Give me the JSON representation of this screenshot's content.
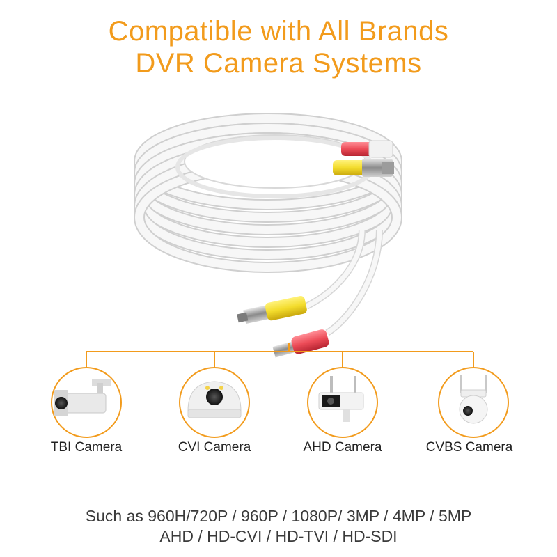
{
  "headline": {
    "line1": "Compatible with All Brands",
    "line2": "DVR Camera Systems"
  },
  "product": {
    "name": "white BNC video power cable coil",
    "connectors": [
      "yellow BNC connector",
      "red DC power connector"
    ]
  },
  "cameras": [
    {
      "label": "TBI Camera",
      "icon": "bullet-camera-icon"
    },
    {
      "label": "CVI Camera",
      "icon": "dome-camera-icon"
    },
    {
      "label": "AHD Camera",
      "icon": "wireless-bullet-camera-icon"
    },
    {
      "label": "CVBS Camera",
      "icon": "ptz-camera-icon"
    }
  ],
  "specs": {
    "line1": "Such as 960H/720P / 960P / 1080P/ 3MP / 4MP / 5MP",
    "line2": "AHD / HD-CVI / HD-TVI / HD-SDI"
  },
  "colors": {
    "accent": "#f29b1c",
    "connector_yellow": "#f3dc2c",
    "connector_red": "#ec4b57"
  }
}
